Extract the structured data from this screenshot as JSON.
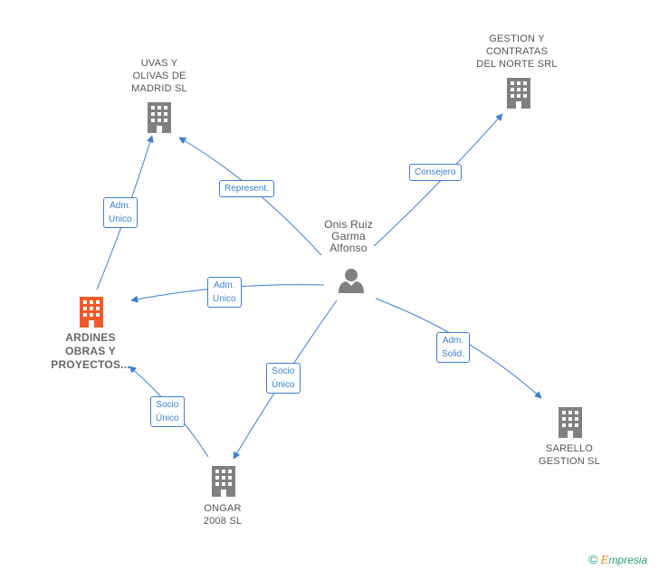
{
  "colors": {
    "edge": "#3b7fd0",
    "company_icon": "#808080",
    "main_company_icon": "#f05a28",
    "person_icon": "#808080",
    "brand_green": "#2a9d6f",
    "brand_orange": "#e88a1a"
  },
  "nodes": {
    "person": {
      "name": "Onis Ruiz\nGarma\nAlfonso",
      "icon": "person-icon"
    },
    "uvas": {
      "name": "UVAS Y\nOLIVAS DE\nMADRID  SL",
      "icon": "building-icon"
    },
    "gestion": {
      "name": "GESTION Y\nCONTRATAS\nDEL NORTE SRL",
      "icon": "building-icon"
    },
    "ardines": {
      "name": "ARDINES\nOBRAS Y\nPROYECTOS...",
      "icon": "building-icon"
    },
    "ongar": {
      "name": "ONGAR\n2008 SL",
      "icon": "building-icon"
    },
    "sarello": {
      "name": "SARELLO\nGESTION  SL",
      "icon": "building-icon"
    }
  },
  "edges": {
    "person_uvas": "Represent.",
    "person_gestion": "Consejero",
    "person_ardines": "Adm.\nUnico",
    "person_ongar": "Socio\nÚnico",
    "person_sarello": "Adm.\nSolid.",
    "ardines_uvas": "Adm.\nUnico",
    "ongar_ardines": "Socio\nÚnico"
  },
  "brand": {
    "copyright": "©",
    "e": "E",
    "rest": "mpresia"
  }
}
